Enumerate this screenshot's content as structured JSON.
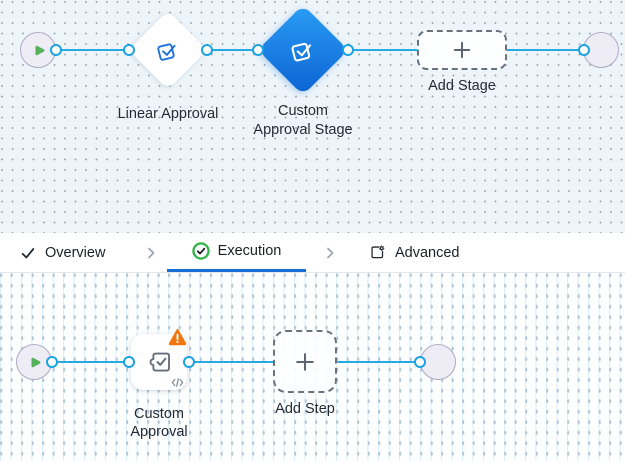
{
  "stage_flow": {
    "linear_stage": {
      "label": "Linear Approval"
    },
    "custom_stage": {
      "label_line1": "Custom",
      "label_line2": "Approval Stage",
      "selected": true
    },
    "add_stage": {
      "label": "Add Stage"
    }
  },
  "tab_bar": {
    "active_tab": "Execution",
    "tabs": [
      {
        "label": "Overview",
        "icon": "check-icon",
        "active": false
      },
      {
        "label": "Execution",
        "icon": "check-circle-icon",
        "active": true
      },
      {
        "label": "Advanced",
        "icon": "page-gear-icon",
        "active": false
      }
    ],
    "separator_icon": "chevron-right-icon"
  },
  "step_flow": {
    "custom_step": {
      "label_line1": "Custom",
      "label_line2": "Approval",
      "has_warning": true,
      "badges": [
        "warning-triangle-icon",
        "code-toggle-icon"
      ]
    },
    "add_step": {
      "label": "Add Step"
    }
  },
  "icons": {
    "start": "play-icon",
    "end": "stop-icon",
    "stage_node": "approval-check-icon",
    "step_node": "puzzle-check-icon",
    "add": "plus-icon",
    "connector": "connector-port"
  },
  "colors": {
    "connector_blue": "#29A9E2",
    "port_border_blue": "#1BA2E2",
    "selected_stage_gradient_start": "#2A9DF4",
    "selected_stage_gradient_end": "#0C63D4",
    "stage_icon_blue": "#2172D9",
    "start_green": "#55B25B",
    "warning_orange": "#F0760F",
    "active_tab_underline": "#1A6FD4",
    "execution_icon_green": "#35B44A",
    "end_square_gray": "#5A6270",
    "canvas_top_bg": "#EDF5FA"
  }
}
